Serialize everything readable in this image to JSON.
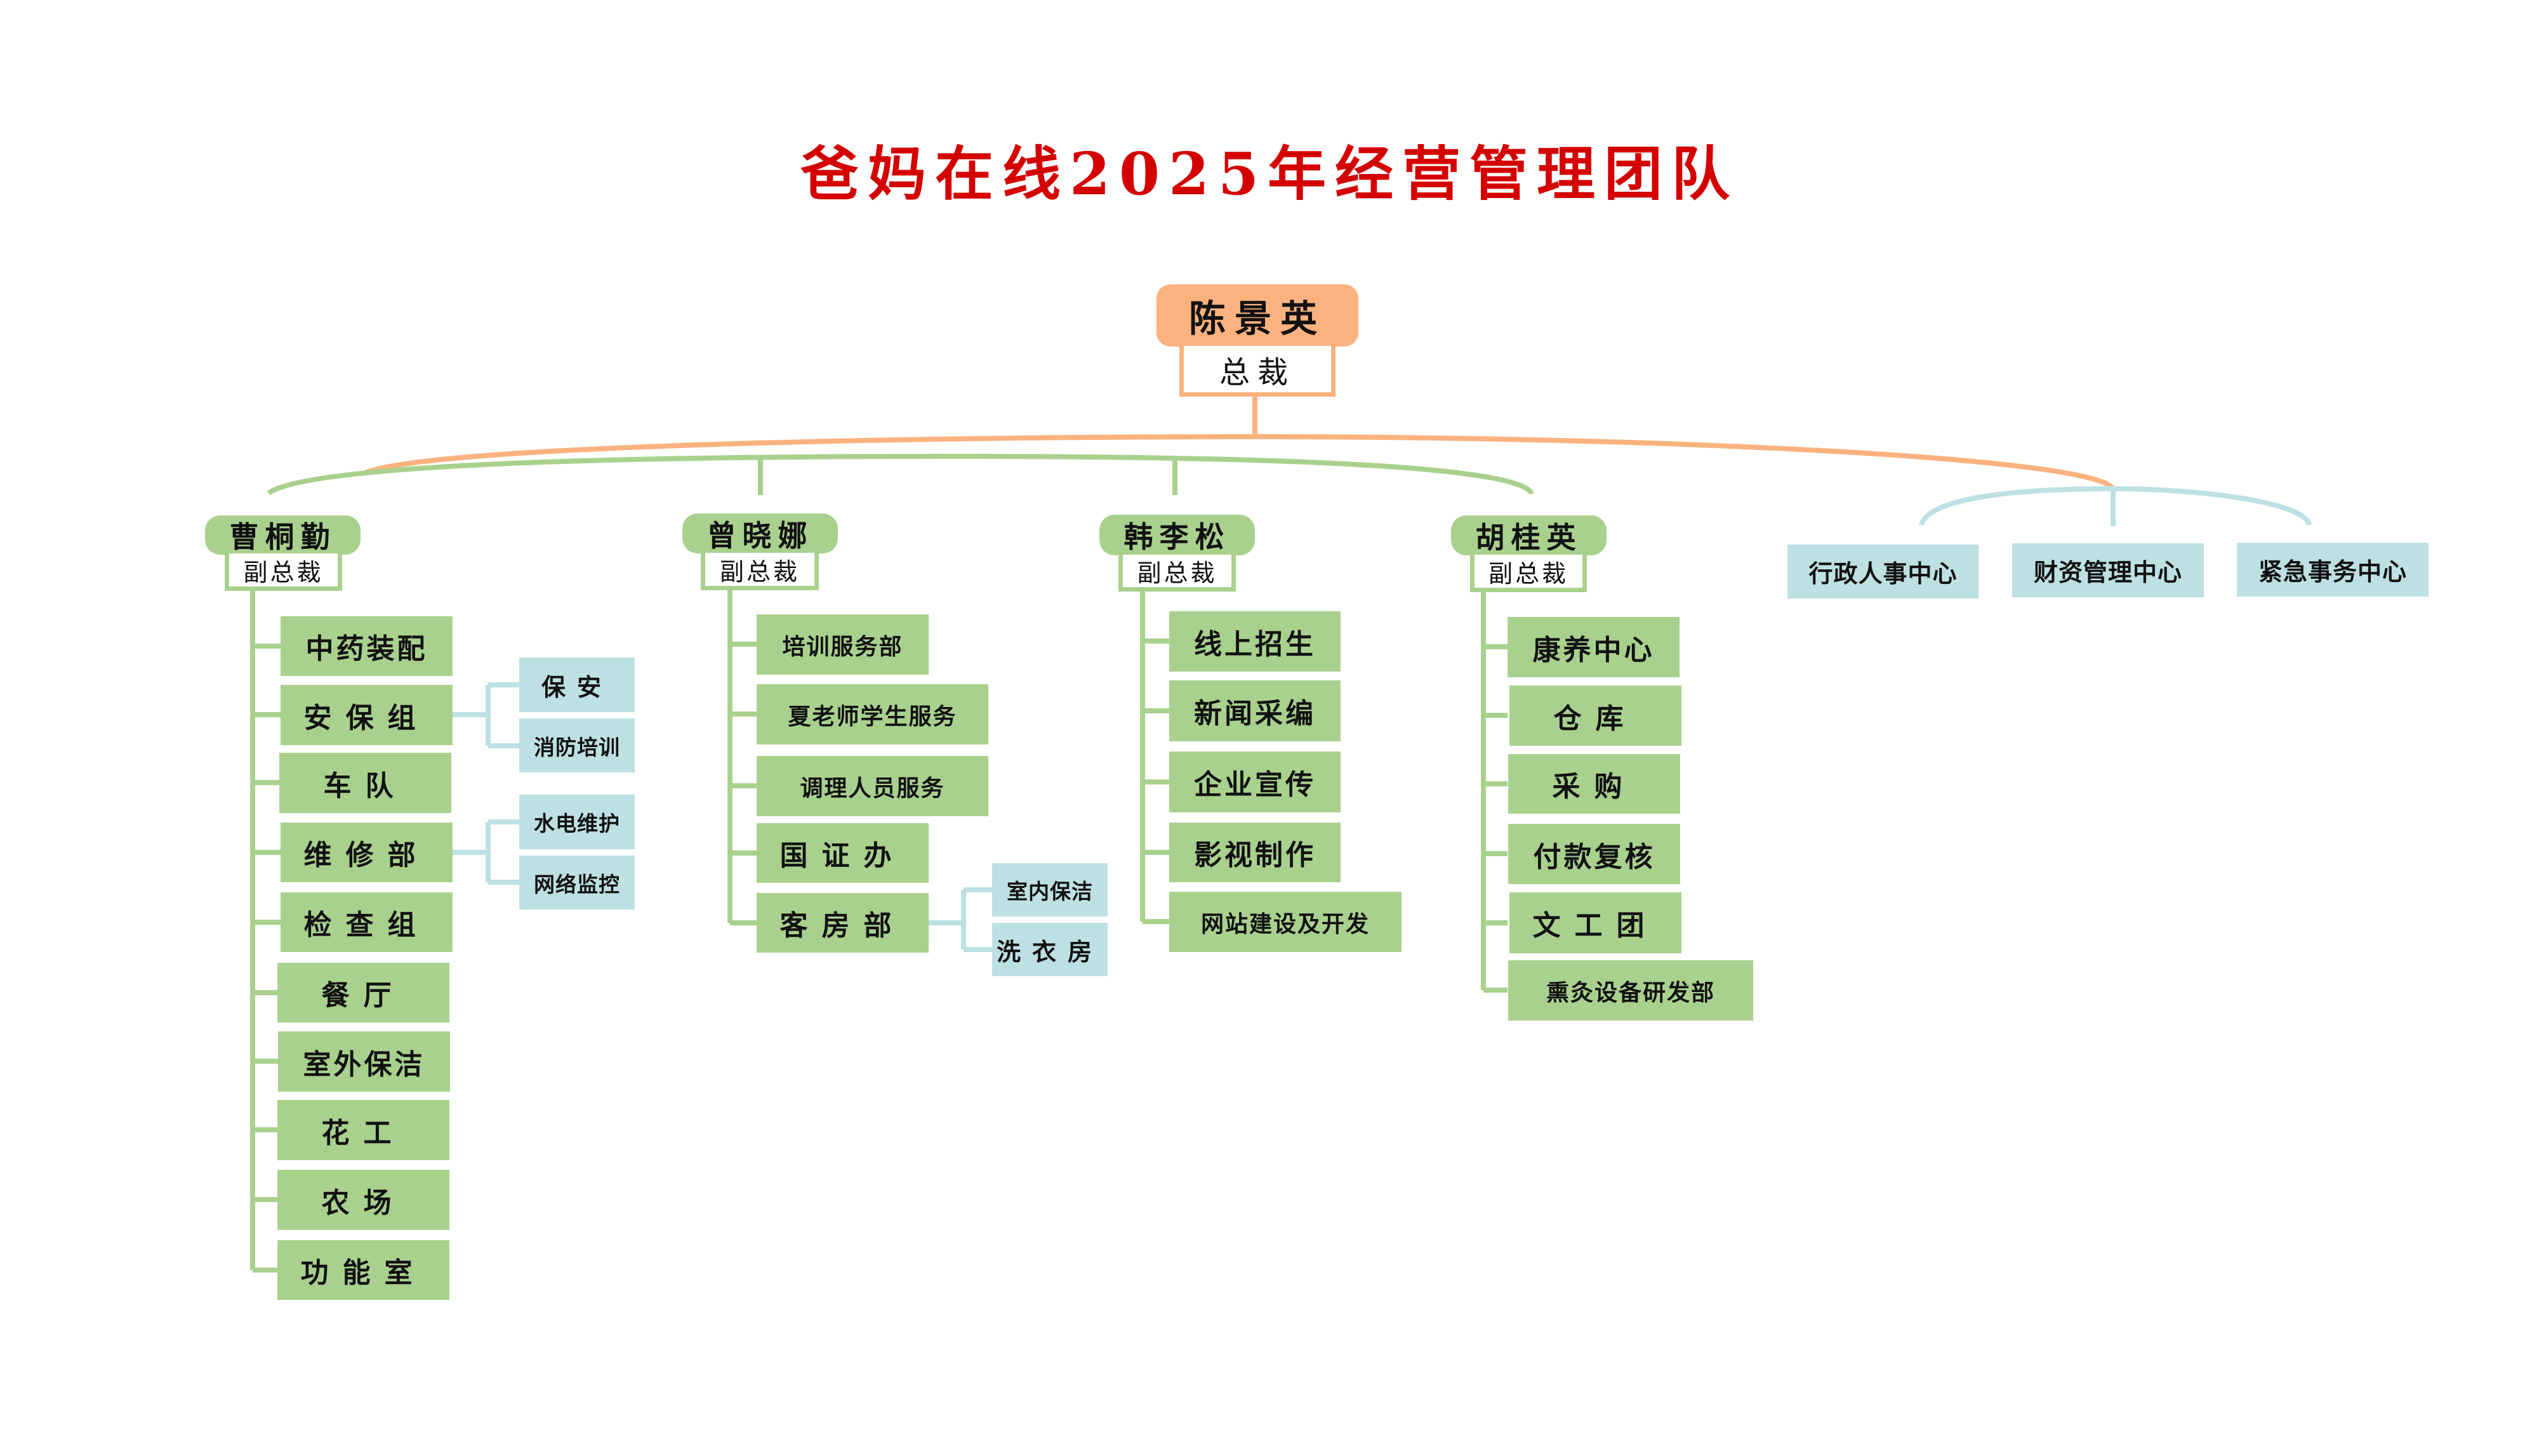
{
  "title": "爸妈在线2025年经营管理团队",
  "colors": {
    "title": "#d40000",
    "ceo": "#fbb27f",
    "vp": "#a9d18e",
    "center": "#bde0e3"
  },
  "ceo": {
    "name": "陈景英",
    "role": "总裁"
  },
  "vps": [
    {
      "name": "曹桐勤",
      "role": "副总裁",
      "depts": [
        "中药装配",
        "安保组",
        "车队",
        "维修部",
        "检查组",
        "餐厅",
        "室外保洁",
        "花工",
        "农场",
        "功能室"
      ],
      "subs": {
        "安保组": [
          "保安",
          "消防培训"
        ],
        "维修部": [
          "水电维护",
          "网络监控"
        ]
      }
    },
    {
      "name": "曾晓娜",
      "role": "副总裁",
      "depts": [
        "培训服务部",
        "夏老师学生服务",
        "调理人员服务",
        "国证办",
        "客房部"
      ],
      "subs": {
        "客房部": [
          "室内保洁",
          "洗衣房"
        ]
      }
    },
    {
      "name": "韩李松",
      "role": "副总裁",
      "depts": [
        "线上招生",
        "新闻采编",
        "企业宣传",
        "影视制作",
        "网站建设及开发"
      ]
    },
    {
      "name": "胡桂英",
      "role": "副总裁",
      "depts": [
        "康养中心",
        "仓库",
        "采购",
        "付款复核",
        "文工团",
        "熏灸设备研发部"
      ]
    }
  ],
  "centers": [
    "行政人事中心",
    "财资管理中心",
    "紧急事务中心"
  ]
}
